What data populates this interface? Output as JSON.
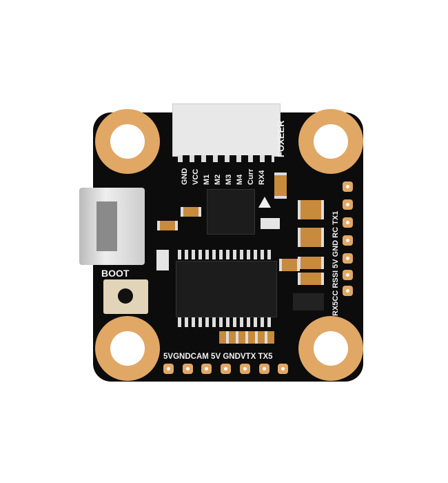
{
  "product": {
    "brand": "FOXEER"
  },
  "labels": {
    "boot": "BOOT",
    "top_pins": [
      "GND",
      "VCC",
      "M1",
      "M2",
      "M3",
      "M4",
      "Curr",
      "RX4"
    ],
    "right_pins": [
      "RX5",
      "CC",
      "RSSI",
      "5V",
      "GND",
      "RC",
      "TX1"
    ],
    "bottom_pins": [
      "5V",
      "GND",
      "CAM",
      "5V",
      "GND",
      "VTX",
      "TX5"
    ]
  },
  "colors": {
    "board": "#0c0c0c",
    "gold": "#e1a765",
    "connector": "#e8e8e8"
  }
}
